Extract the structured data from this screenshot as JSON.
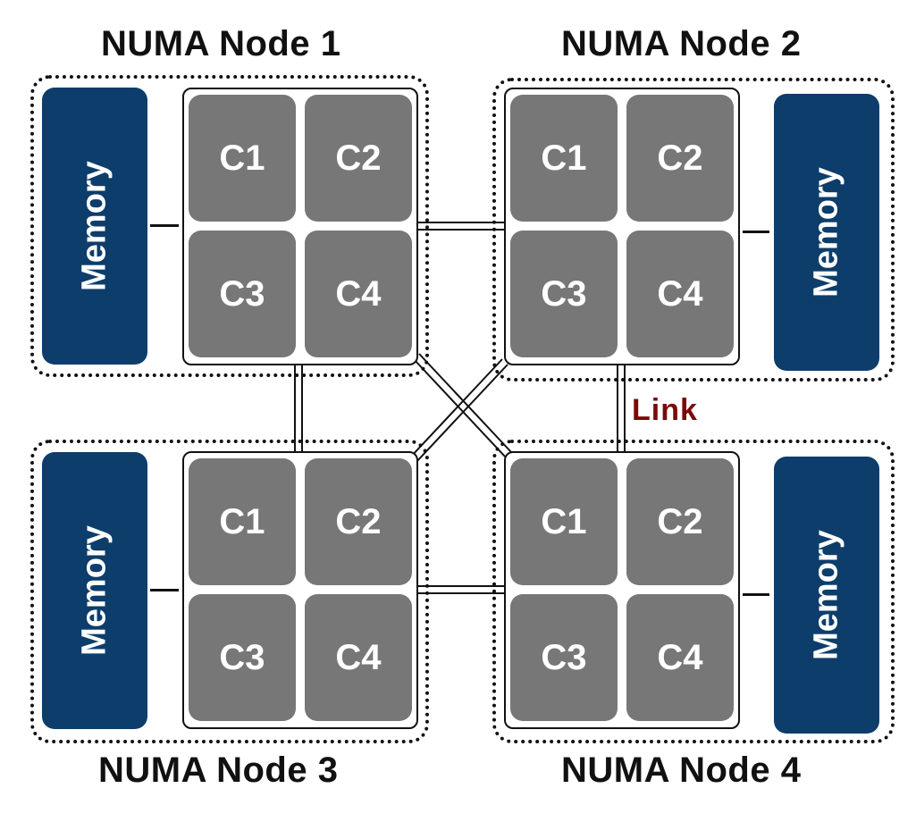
{
  "diagram": {
    "nodes": [
      {
        "title": "NUMA Node 1",
        "memory_label": "Memory",
        "cores": [
          "C1",
          "C2",
          "C3",
          "C4"
        ]
      },
      {
        "title": "NUMA Node 2",
        "memory_label": "Memory",
        "cores": [
          "C1",
          "C2",
          "C3",
          "C4"
        ]
      },
      {
        "title": "NUMA Node 3",
        "memory_label": "Memory",
        "cores": [
          "C1",
          "C2",
          "C3",
          "C4"
        ]
      },
      {
        "title": "NUMA Node 4",
        "memory_label": "Memory",
        "cores": [
          "C1",
          "C2",
          "C3",
          "C4"
        ]
      }
    ],
    "link_label": "Link",
    "interconnects": [
      {
        "from": "NUMA Node 1",
        "to": "NUMA Node 2"
      },
      {
        "from": "NUMA Node 1",
        "to": "NUMA Node 3"
      },
      {
        "from": "NUMA Node 1",
        "to": "NUMA Node 4"
      },
      {
        "from": "NUMA Node 2",
        "to": "NUMA Node 3"
      },
      {
        "from": "NUMA Node 2",
        "to": "NUMA Node 4"
      },
      {
        "from": "NUMA Node 3",
        "to": "NUMA Node 4"
      }
    ],
    "colors": {
      "memory": "#0d3d6b",
      "core": "#777777",
      "link_label": "#7a0a0a"
    }
  }
}
